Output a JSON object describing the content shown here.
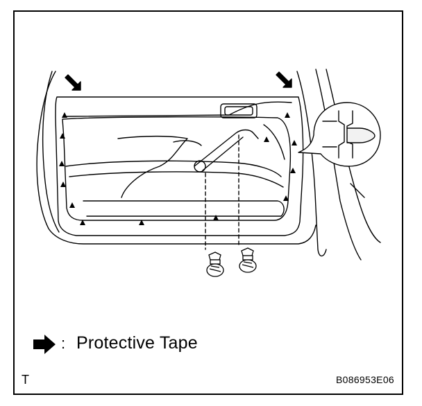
{
  "legend": {
    "colon": ":",
    "label": "Protective Tape"
  },
  "footer": {
    "left_mark": "T",
    "figure_code": "B086953E06"
  },
  "icons": [
    "protective-tape-arrow-icon",
    "clip-detail-callout",
    "screw-icon"
  ],
  "colors": {
    "line": "#000000",
    "background": "#ffffff"
  }
}
